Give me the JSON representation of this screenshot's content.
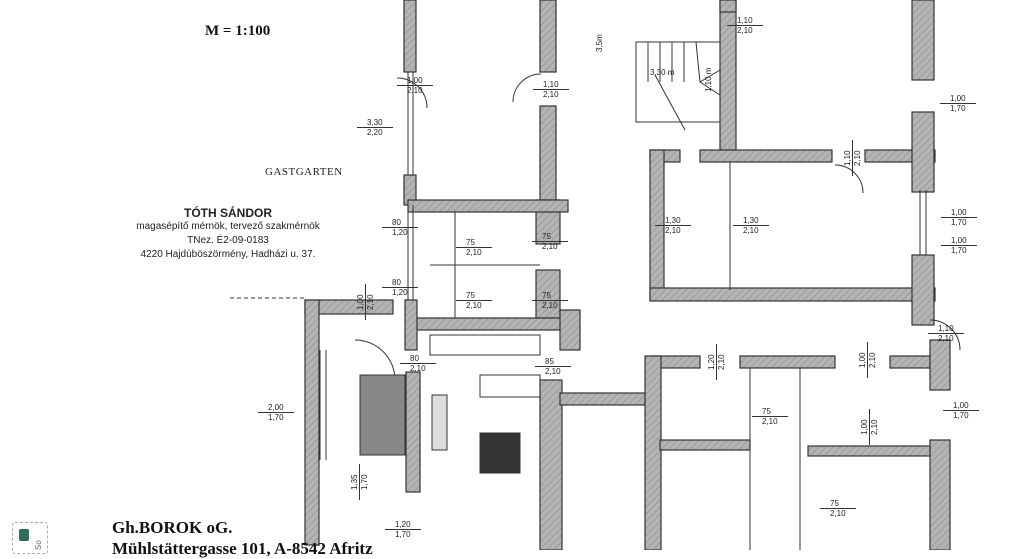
{
  "drawing": {
    "scale": "M = 1:100",
    "room_name": "GASTGARTEN",
    "stamp": {
      "name": "TÓTH SÁNDOR",
      "title": "magasépítő mérnök, tervező szakmérnök",
      "reg": "TNez. É2-09-0183",
      "address": "4220 Hajdúböszörmény, Hadházi u. 37."
    },
    "owner": "Gh.BOROK oG.",
    "owner_address": "Mühlstättergasse 101, A-8542 Afritz",
    "side_text": "So",
    "stair_length": "3,30 m",
    "stair_width": "1,10 m",
    "height_note": "3,5m",
    "openings": [
      {
        "w": "1,00",
        "h": "2,10"
      },
      {
        "w": "1,10",
        "h": "2,10"
      },
      {
        "w": "3,30",
        "h": "2,20"
      },
      {
        "w": "1,10",
        "h": "2,10"
      },
      {
        "w": "1,00",
        "h": "1,70"
      },
      {
        "w": "1,30",
        "h": "2,10"
      },
      {
        "w": "1,30",
        "h": "2,10"
      },
      {
        "w": "1,00",
        "h": "1,70"
      },
      {
        "w": "1,00",
        "h": "1,70"
      },
      {
        "w": "80",
        "h": "1,20"
      },
      {
        "w": "80",
        "h": "1,20"
      },
      {
        "w": "75",
        "h": "2,10"
      },
      {
        "w": "75",
        "h": "2,10"
      },
      {
        "w": "75",
        "h": "2,10"
      },
      {
        "w": "75",
        "h": "2,10"
      },
      {
        "w": "80",
        "h": "2,10"
      },
      {
        "w": "85",
        "h": "2,10"
      },
      {
        "w": "1,10",
        "h": "2,10"
      },
      {
        "w": "2,00",
        "h": "1,70"
      },
      {
        "w": "75",
        "h": "2,10"
      },
      {
        "w": "1,00",
        "h": "1,70"
      },
      {
        "w": "75",
        "h": "2,10"
      },
      {
        "w": "1,20",
        "h": "1,70"
      },
      {
        "w": "1,10",
        "h": "2,10"
      },
      {
        "w": "1,00",
        "h": "2,10"
      },
      {
        "w": "1,20",
        "h": "2,10"
      },
      {
        "w": "1,00",
        "h": "2,10"
      },
      {
        "w": "1,00",
        "h": "2,10"
      },
      {
        "w": "1,35",
        "h": "1,70"
      }
    ],
    "colors": {
      "wall": "#b0b0b0",
      "line": "#333333"
    }
  }
}
